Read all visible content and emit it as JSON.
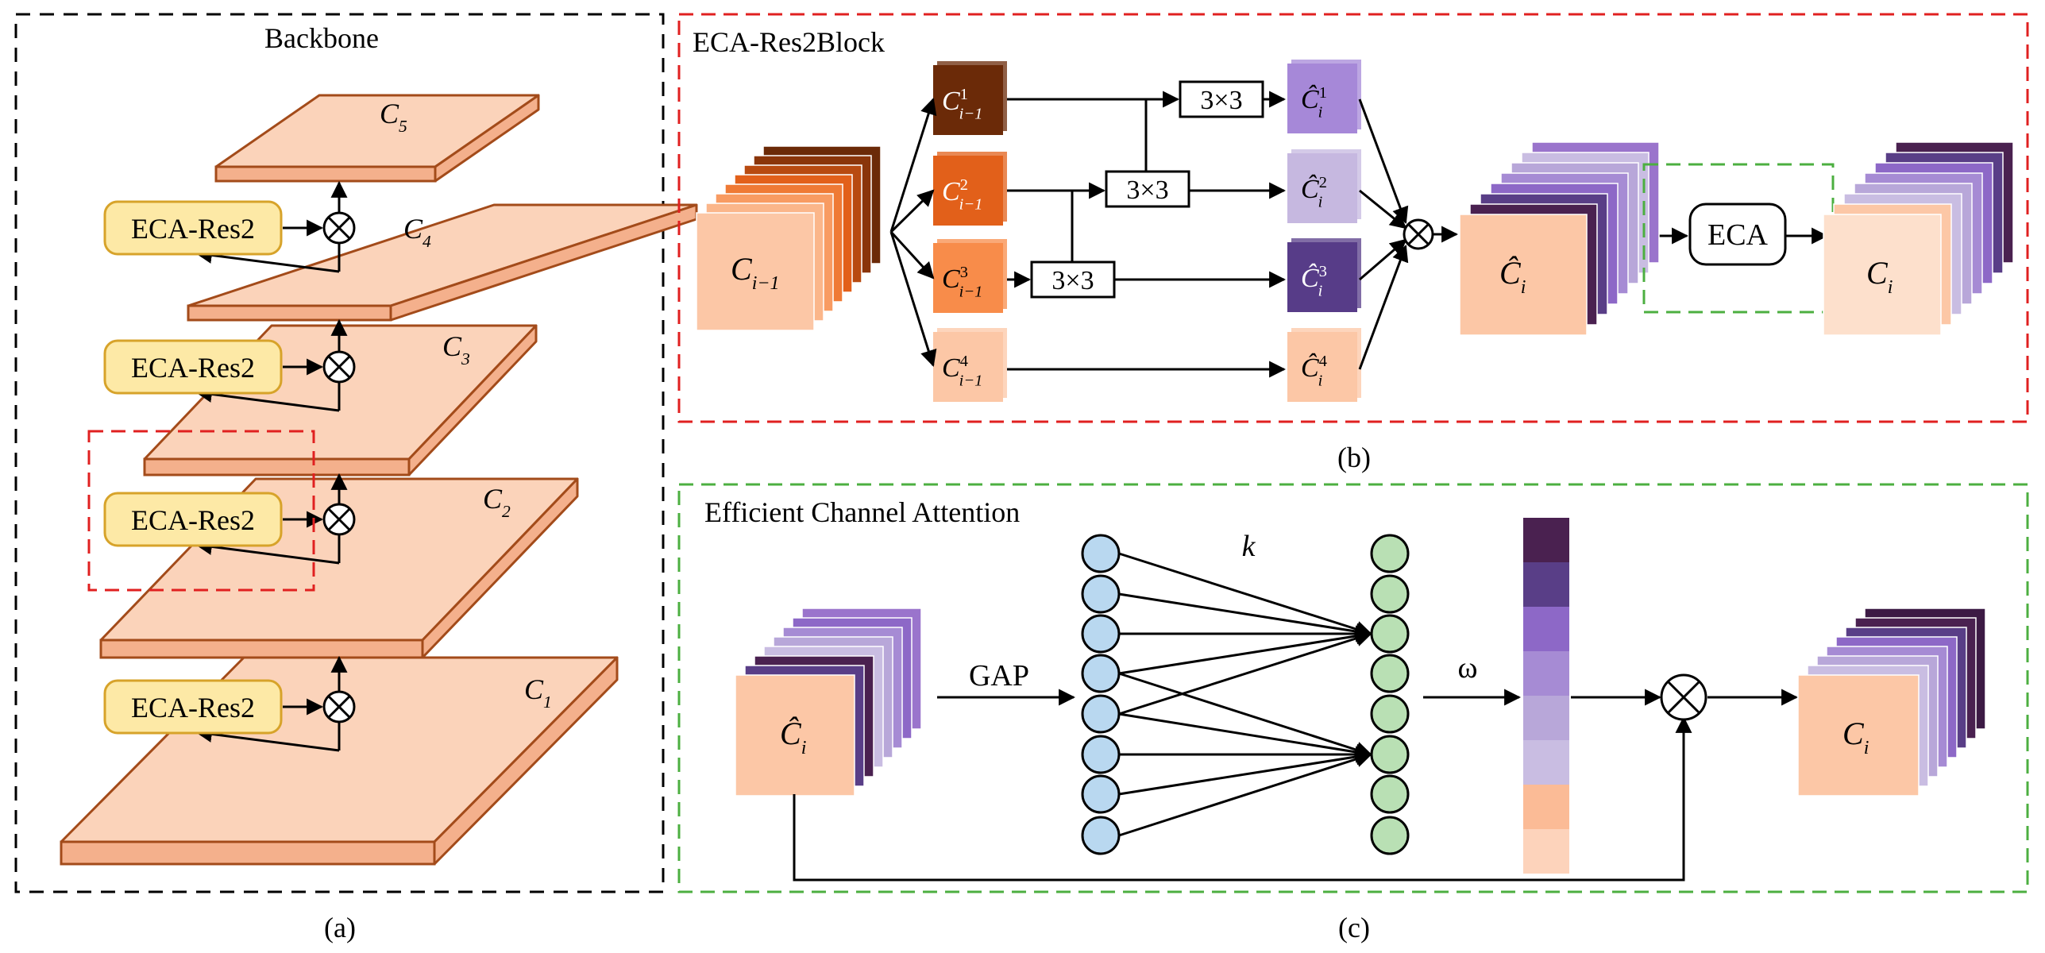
{
  "panel_a": {
    "title": "Backbone",
    "caption": "(a)",
    "layers": [
      {
        "base": "C",
        "sub": "5"
      },
      {
        "base": "C",
        "sub": "4"
      },
      {
        "base": "C",
        "sub": "3"
      },
      {
        "base": "C",
        "sub": "2"
      },
      {
        "base": "C",
        "sub": "1"
      }
    ],
    "module_label": "ECA-Res2",
    "colors": {
      "layer_fill": "#fbd3ba",
      "layer_side": "#f4b08c",
      "layer_edge": "#a34b1a",
      "module_fill": "#fde9a6",
      "module_edge": "#d7a32a"
    }
  },
  "panel_b": {
    "title": "ECA-Res2Block",
    "caption": "(b)",
    "input": {
      "base": "C",
      "sub": "i−1"
    },
    "splits": [
      {
        "base": "C",
        "sup": "1",
        "sub": "i−1"
      },
      {
        "base": "C",
        "sup": "2",
        "sub": "i−1"
      },
      {
        "base": "C",
        "sup": "3",
        "sub": "i−1"
      },
      {
        "base": "C",
        "sup": "4",
        "sub": "i−1"
      }
    ],
    "conv_label": "3×3",
    "outputs": [
      {
        "base": "Ĉ",
        "sup": "1",
        "sub": "i"
      },
      {
        "base": "Ĉ",
        "sup": "2",
        "sub": "i"
      },
      {
        "base": "Ĉ",
        "sup": "3",
        "sub": "i"
      },
      {
        "base": "Ĉ",
        "sup": "4",
        "sub": "i"
      }
    ],
    "concat": {
      "base": "Ĉ",
      "sub": "i"
    },
    "eca_label": "ECA",
    "result": {
      "base": "C",
      "sub": "i"
    },
    "colors": {
      "split1": "#6b2a08",
      "split2": "#e2601a",
      "split3": "#f88c4a",
      "split4": "#fcc7a6",
      "out1": "#a688d8",
      "out2": "#c6b8e0",
      "out3": "#573c88",
      "out4": "#fcc7a6"
    }
  },
  "panel_c": {
    "title": "Efficient Channel Attention",
    "caption": "(c)",
    "input": {
      "base": "Ĉ",
      "sub": "i"
    },
    "gap_label": "GAP",
    "k_label": "k",
    "omega_label": "ω",
    "output": {
      "base": "C",
      "sub": "i"
    },
    "colors": {
      "node_in": "#b9d8f0",
      "node_out": "#b9e0b4",
      "bar": [
        "#4a2150",
        "#593e87",
        "#8d68c7",
        "#a68bd4",
        "#b8a7d9",
        "#c9bde2",
        "#fbbb96",
        "#fdd3bb"
      ]
    }
  }
}
